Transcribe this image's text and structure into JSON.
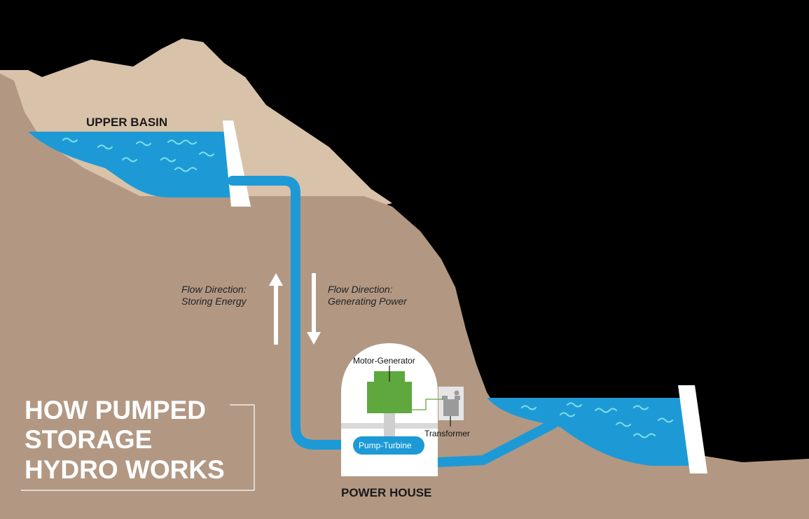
{
  "title": {
    "line1": "HOW PUMPED",
    "line2": "STORAGE",
    "line3": "HYDRO WORKS"
  },
  "labels": {
    "upper_basin": "UPPER BASIN",
    "power_house": "POWER HOUSE",
    "motor_generator": "Motor-Generator",
    "transformer": "Transformer",
    "pump_turbine": "Pump-Turbine",
    "flow_storing_line1": "Flow Direction:",
    "flow_storing_line2": "Storing Energy",
    "flow_generating_line1": "Flow Direction:",
    "flow_generating_line2": "Generating Power"
  },
  "colors": {
    "background": "#000000",
    "rock": "#b29883",
    "rock_light": "#d9c2aa",
    "water": "#1d9ad6",
    "water_wave": "#7fe0e8",
    "generator": "#5fa83d",
    "white": "#ffffff",
    "label_dark": "#1a1a1a"
  }
}
